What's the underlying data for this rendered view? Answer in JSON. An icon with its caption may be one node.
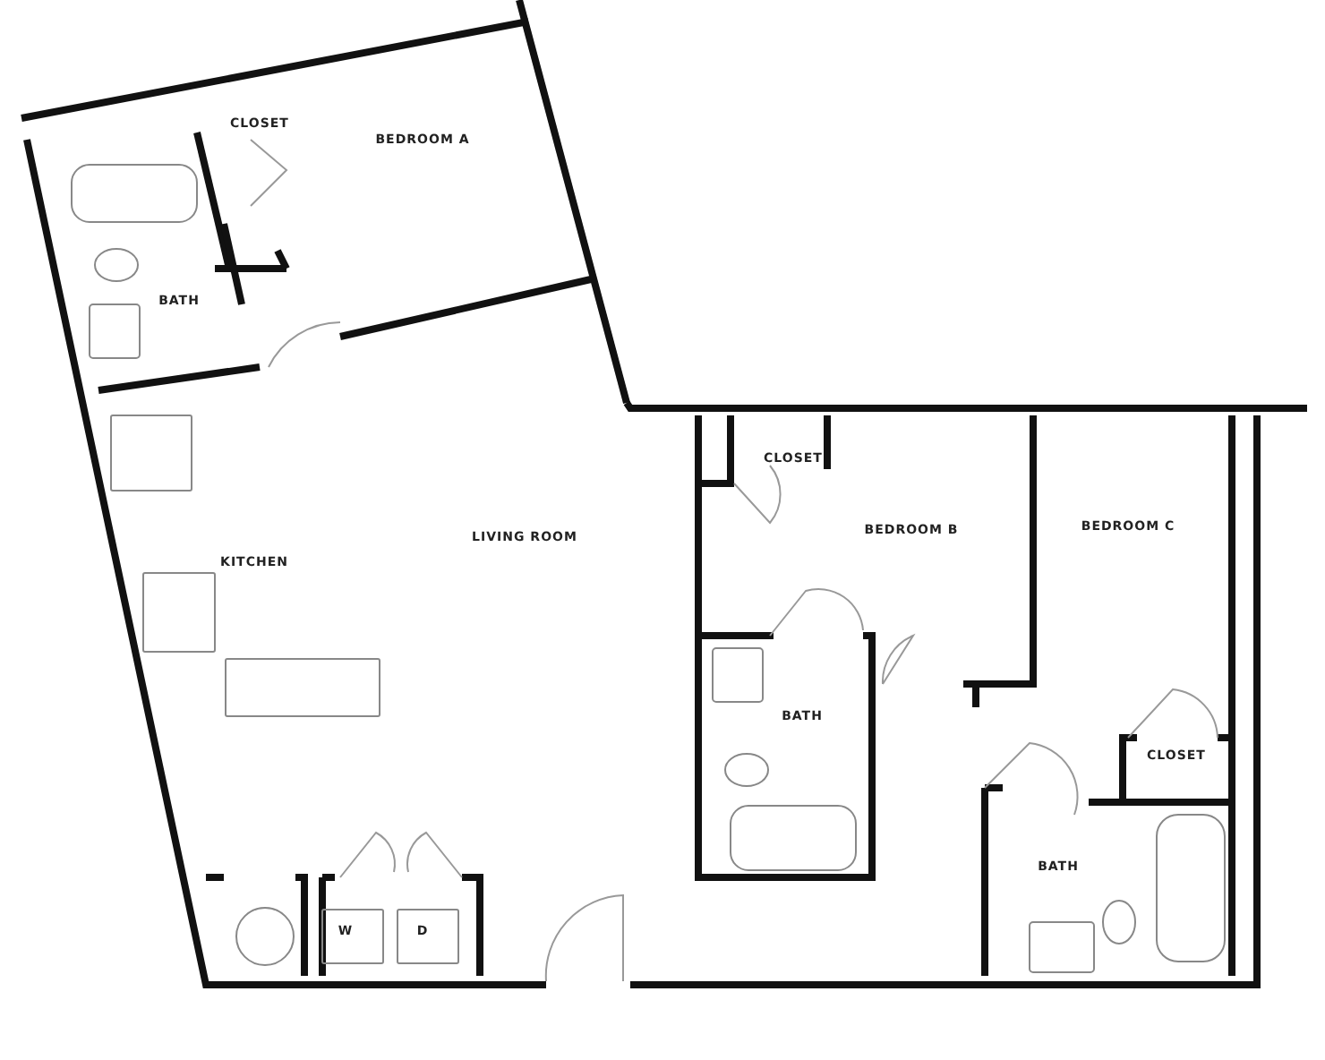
{
  "diagram": {
    "labels": [
      "CLOSET",
      "BEDROOM A",
      "BATH",
      "KITCHEN",
      "LIVING ROOM",
      "CLOSET",
      "BEDROOM B",
      "BEDROOM C",
      "BATH",
      "CLOSET",
      "BATH",
      "W",
      "D"
    ]
  }
}
